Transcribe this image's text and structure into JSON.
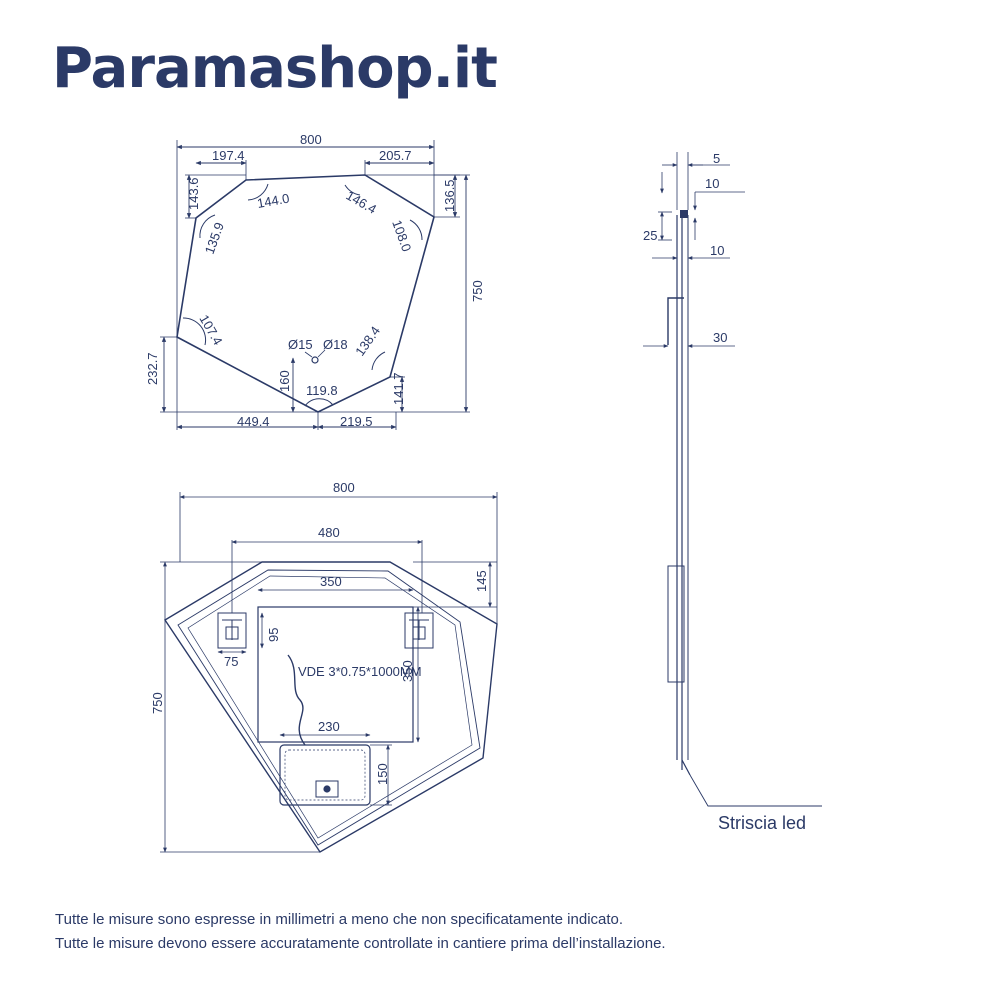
{
  "brand": {
    "name": "Paramashop.it",
    "color": "#2b3a67"
  },
  "top_view": {
    "dimensions": {
      "overall_width": "800",
      "top_left": "197.4",
      "top_right": "205.7",
      "left_top_offset": "143.6",
      "right_top_offset": "136.5",
      "right_height": "750",
      "left_bottom_offset": "232.7",
      "bottom_left": "449.4",
      "bottom_right": "219.5",
      "center_height": "160",
      "right_bottom_offset": "141.7"
    },
    "angles": {
      "a144": "144.0",
      "a146": "146.4",
      "a135": "135.9",
      "a108": "108.0",
      "a107": "107.4",
      "a138": "138.4",
      "a119": "119.8"
    },
    "holes": {
      "d15": "Ø15",
      "d18": "Ø18"
    }
  },
  "back_view": {
    "dimensions": {
      "overall_width": "800",
      "bracket_span": "480",
      "frame_width": "350",
      "top_offset": "145",
      "bracket_height": "95",
      "bracket_width": "75",
      "frame_height": "350",
      "overall_height": "750",
      "box_width": "230",
      "box_height": "150"
    },
    "cable_label": "VDE 3*0.75*1000MM"
  },
  "side_view": {
    "dimensions": {
      "d5": "5",
      "d10a": "10",
      "d25": "25",
      "d10b": "10",
      "d30": "30"
    },
    "led_label": "Striscia led"
  },
  "notes": [
    "Tutte le misure sono espresse in millimetri a meno che non specificatamente indicato.",
    "Tutte le misure devono essere accuratamente controllate in cantiere prima dell’installazione."
  ]
}
